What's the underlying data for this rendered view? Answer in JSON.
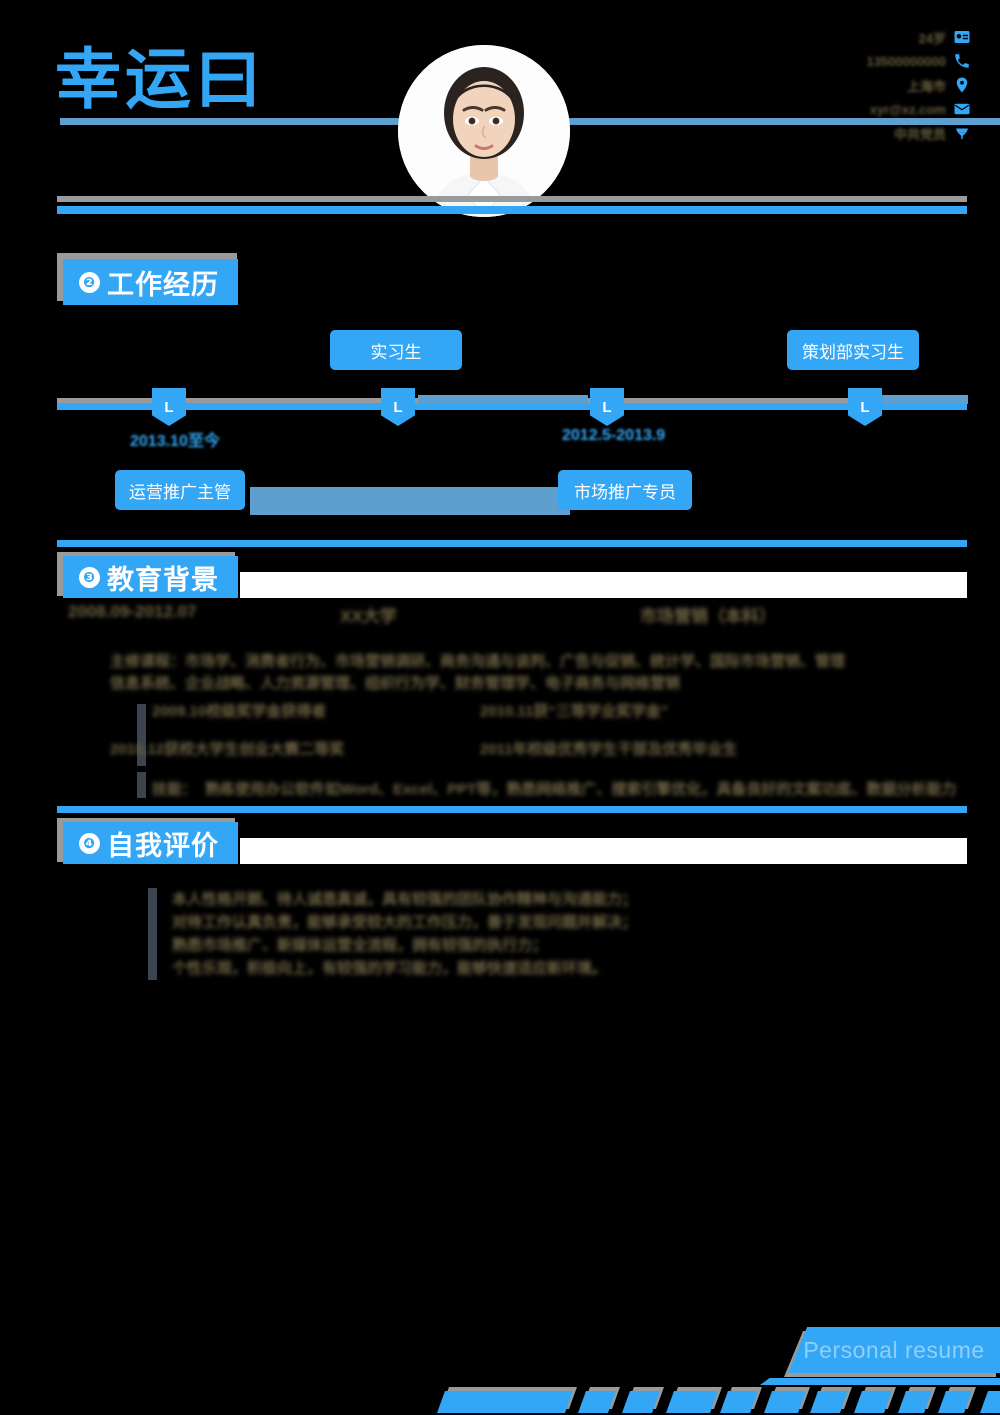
{
  "document": {
    "type": "personal-resume",
    "language": "zh-CN",
    "accent_color": "#33a6f5",
    "shadow_color": "#9a9a9a",
    "body_text_color": "#6b6142",
    "background_color": "#000000"
  },
  "header": {
    "name": "幸运曰",
    "photo_alt": "portrait-photo"
  },
  "contact": {
    "items": [
      {
        "icon": "user-card-icon",
        "value": "24岁"
      },
      {
        "icon": "phone-icon",
        "value": "13500000000"
      },
      {
        "icon": "location-pin-icon",
        "value": "上海市"
      },
      {
        "icon": "email-icon",
        "value": "xyr@xz.com"
      },
      {
        "icon": "briefcase-icon",
        "value": "中共党员"
      }
    ]
  },
  "sections": {
    "work": {
      "number": "❷",
      "title": "工作经历",
      "timeline": {
        "nodes": [
          {
            "label": "L",
            "date": "2013.10至今"
          },
          {
            "label": "L",
            "date": ""
          },
          {
            "label": "L",
            "date": "2012.5-2013.9"
          },
          {
            "label": "L",
            "date": ""
          }
        ],
        "top_chips": [
          {
            "label": "实习生"
          },
          {
            "label": "策划部实习生"
          }
        ],
        "bottom_chips": [
          {
            "label": "运营推广主管"
          },
          {
            "label": "市场推广专员"
          }
        ]
      }
    },
    "education": {
      "number": "❸",
      "title": "教育背景",
      "period": "2008.09-2012.07",
      "school": "XX大学",
      "major": "市场营销（本科）",
      "courses_line_1": "主修课程：市场学、消费者行为、市场营销调研、商务沟通与谈判、广告与促销、统计学、国际市场营销、管理",
      "courses_line_2": "信息系统、企业战略、人力资源管理、组织行为学、财务管理学、电子商务与网络营销",
      "awards": [
        "2009.10校级奖学金获得者",
        "2010.11获“三等学业奖学金”",
        "2010.12获校大学生创业大赛二等奖",
        "2011年校级优秀学生干部及优秀毕业生"
      ],
      "skills_label": "技能：",
      "skills_text": "熟练使用办公软件如Word、Excel、PPT等，熟悉网络推广、搜索引擎优化，具备良好的文案功底、数据分析能力"
    },
    "self_evaluation": {
      "number": "❹",
      "title": "自我评价",
      "paragraphs": [
        "本人性格开朗、待人诚恳真诚，具有较强的团队协作精神与沟通能力；",
        "对待工作认真负责，能够承受较大的工作压力，善于发现问题并解决；",
        "熟悉市场推广、新媒体运营全流程，拥有较强的执行力；",
        "个性乐观，积极向上，有较强的学习能力，能够快速适应新环境。"
      ]
    }
  },
  "footer": {
    "banner_text": "Personal resume"
  }
}
